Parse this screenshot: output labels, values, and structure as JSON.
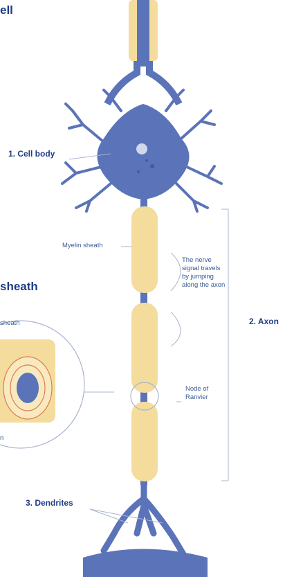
{
  "labels": {
    "top_title_fragment": "ell",
    "inset_title_fragment": "sheath",
    "inset_sheath_fragment": "sheath",
    "inset_bottom_fragment": "n",
    "cell_body": "1. Cell body",
    "axon": "2. Axon",
    "dendrites": "3. Dendrites",
    "myelin_sheath": "Myelin sheath",
    "nerve_signal": "The nerve signal travels by jumping along the axon",
    "node_of_ranvier": "Node of Ranvier"
  },
  "colors": {
    "neuron_blue": "#5b73b8",
    "neuron_dark_blue": "#3f5aa6",
    "myelin_yellow": "#f3dc9c",
    "myelin_light": "#f8eabe",
    "leader_line": "#aab4cf",
    "label_blue": "#1f3d85",
    "inset_ring": "#e07b54"
  },
  "icons": {
    "neuron": "neuron-illustration",
    "myelin_crosssection": "myelin-crosssection-illustration"
  }
}
